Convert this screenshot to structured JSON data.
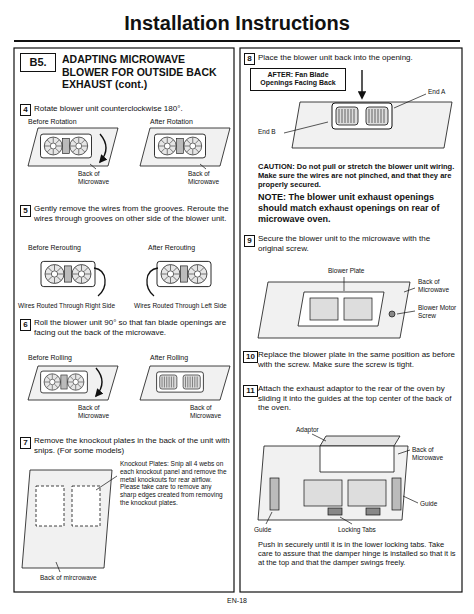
{
  "diagram": {
    "title": "Installation Instructions",
    "nodes": [
      {
        "text": [
          "B5."
        ]
      },
      {
        "text": [
          "4"
        ]
      },
      {
        "text": [
          "5"
        ]
      },
      {
        "text": [
          "6"
        ]
      },
      {
        "text": [
          "7"
        ]
      },
      {
        "text": [
          "8"
        ]
      },
      {
        "text": [
          "AFTER: Fan Blade Openings Facing Back"
        ]
      },
      {
        "text": [
          "9"
        ]
      },
      {
        "text": [
          "10"
        ]
      },
      {
        "text": [
          "11"
        ]
      }
    ],
    "labels": [
      "ADAPTING MICROWAVE BLOWER FOR OUTSIDE BACK EXHAUST (cont.)",
      "Rotate blower unit counterclockwise 180°.",
      "Before Rotation",
      "After Rotation",
      "Back of Microwave",
      "Back of Microwave",
      "Gently remove the wires from the grooves. Reroute the wires through grooves on other side of the blower unit.",
      "Before Rerouting",
      "After Rerouting",
      "Wires Routed Through Right Side",
      "Wires Routed Through Left Side",
      "Roll the blower unit 90° so that fan blade openings are facing out the back of the microwave.",
      "Before Rolling",
      "After Rolling",
      "Back of Microwave",
      "Back of Microwave",
      "Remove the knockout plates in the back of the unit with snips. (For some models)",
      "Knockout Plates: Snip all 4 webs on each knockout panel and remove the metal knockouts for rear airflow. Please take care to remove any sharp edges created from removing the knockout plates.",
      "Back of mircrowave",
      "Place the blower unit back into the opening.",
      "End A",
      "End B",
      "CAUTION: Do not pull or stretch the blower unit wiring. Make sure the wires are not pinched, and that they are properly secured.",
      "NOTE: The blower unit exhaust openings should match exhaust openings on rear of microwave oven.",
      "Secure the blower unit to the microwave with the original screw.",
      "Blower Plate",
      "Back of Microwave",
      "Blower Motor Screw",
      "Replace the blower plate in the same position as before with the screw. Make sure the screw is tight.",
      "Attach the exhaust adaptor to the rear of the oven by sliding it into the guides at the top center of the back of the oven.",
      "Adaptor",
      "Back of Microwave",
      "Guide",
      "Guide",
      "Locking Tabs",
      "Push in securely until it is in the lower locking tabs. Take care to assure that the damper hinge is installed so that it is at the top and that the damper swings freely.",
      "EN-18"
    ]
  }
}
